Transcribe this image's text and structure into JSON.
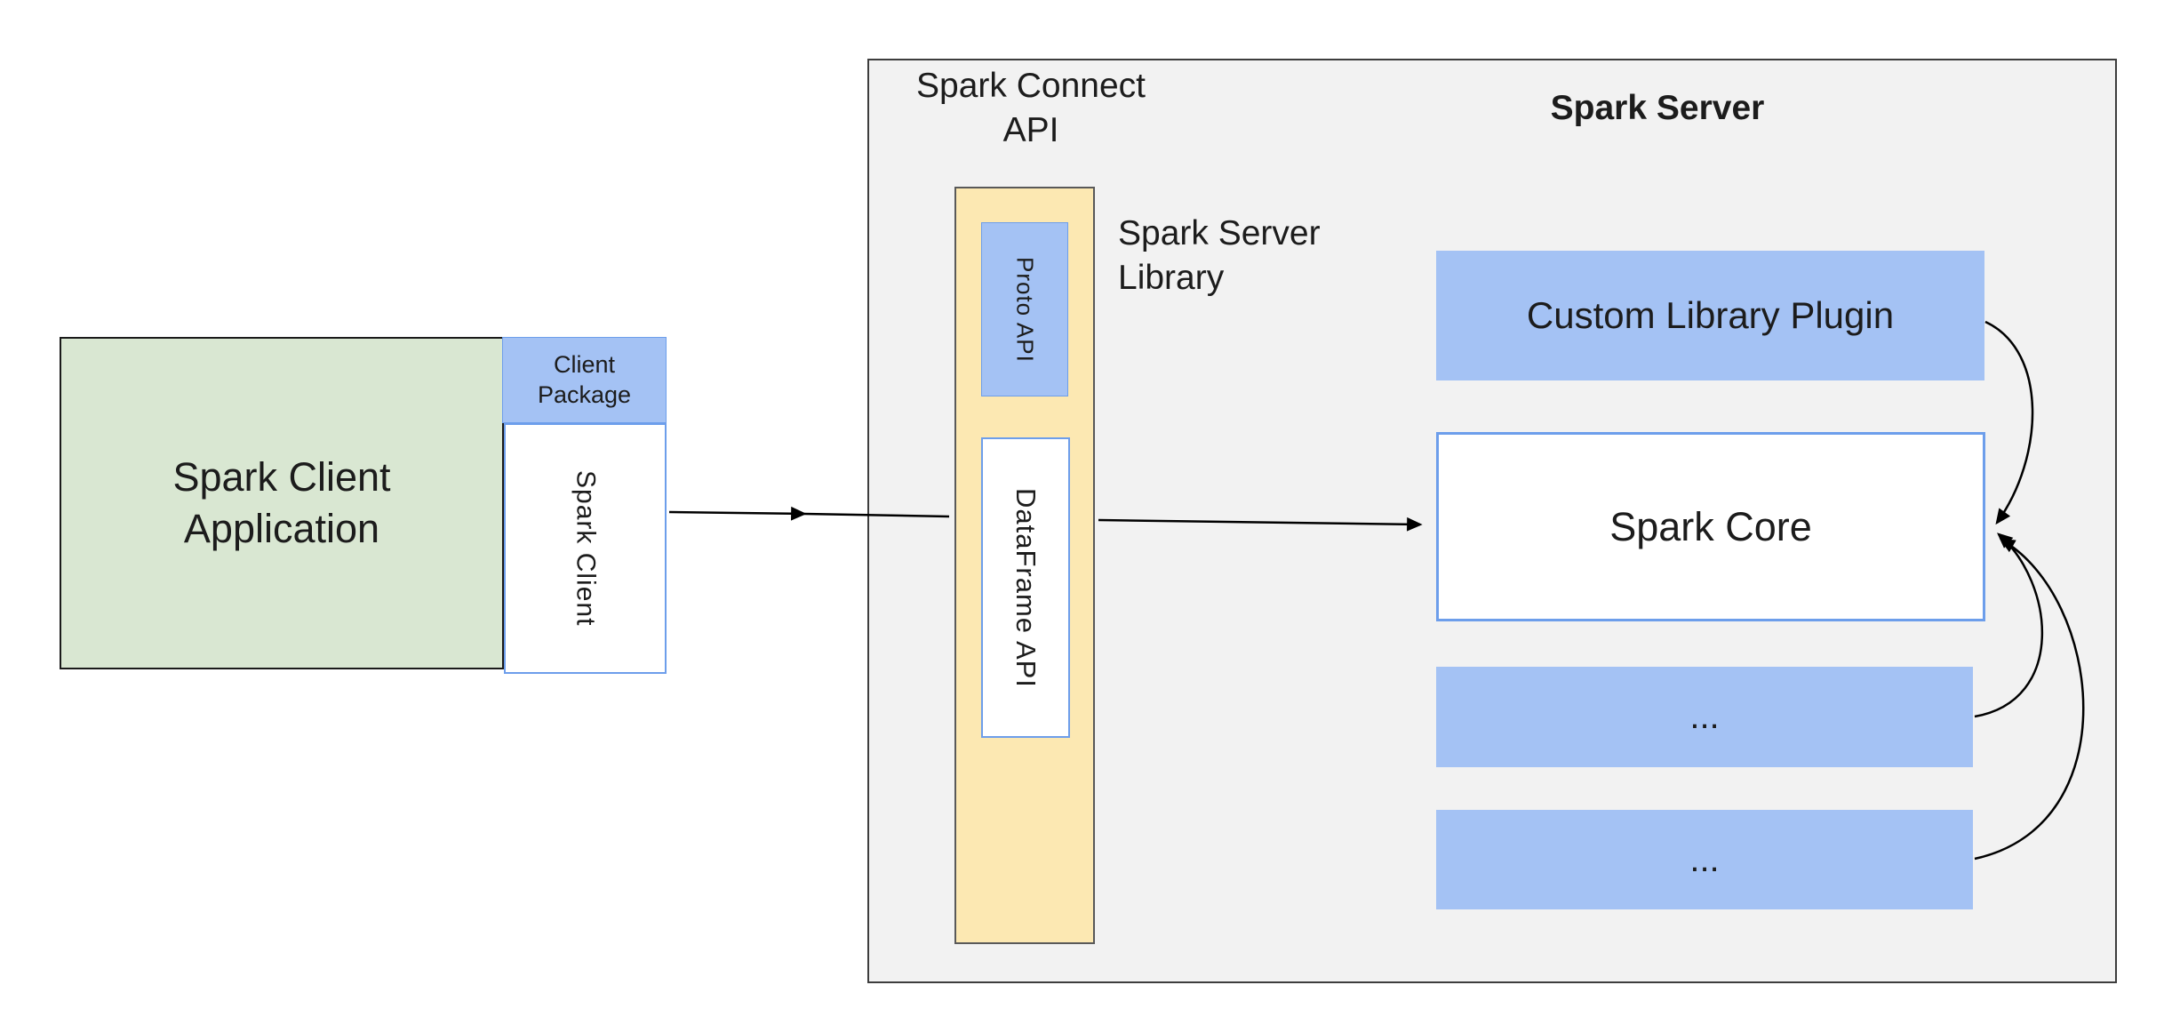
{
  "client": {
    "application_label": "Spark Client\nApplication",
    "package_label": "Client\nPackage",
    "spark_client_label": "Spark Client"
  },
  "connect": {
    "api_label": "Spark Connect\nAPI",
    "proto_api_label": "Proto API",
    "dataframe_api_label": "DataFrame API",
    "library_label": "Spark Server\nLibrary"
  },
  "server": {
    "title": "Spark Server",
    "custom_plugin_label": "Custom Library Plugin",
    "spark_core_label": "Spark Core",
    "module_ellipsis_1": "...",
    "module_ellipsis_2": "..."
  },
  "colors": {
    "blue_fill": "#a4c2f4",
    "blue_border": "#6d9eeb",
    "green_fill": "#d9e7d2",
    "yellow_fill": "#fce8b2",
    "server_container_fill": "#f2f2f2",
    "container_border": "#3d3d3d",
    "connector_line": "#000000"
  }
}
